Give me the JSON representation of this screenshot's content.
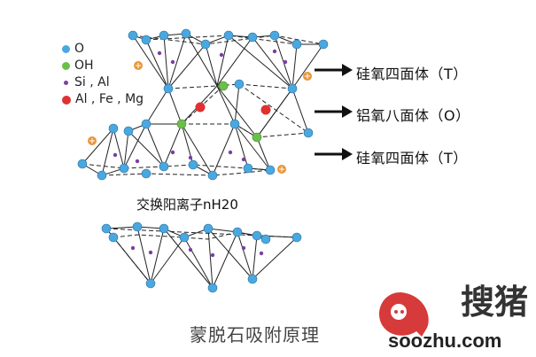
{
  "legend": {
    "items": [
      {
        "label": "O",
        "color": "#4aa8e0"
      },
      {
        "label": "OH",
        "color": "#6cc04a"
      },
      {
        "label": "Si , Al",
        "color": "#7b3fa0"
      },
      {
        "label": "Al , Fe , Mg",
        "color": "#e03030"
      }
    ]
  },
  "layers": {
    "top": "硅氧四面体（T）",
    "middle": "铝氧八面体（O）",
    "bottom": "硅氧四面体（T）"
  },
  "exchange_label": "交换阳离子nH20",
  "caption": "蒙脱石吸附原理",
  "watermark": {
    "brand": "搜猪",
    "url": "soozhu.com",
    "icon": "pig-logo-icon"
  },
  "colors": {
    "oxygen": "#4aa8e0",
    "hydroxyl": "#6cc04a",
    "si_al": "#7b3fa0",
    "metal": "#e03030",
    "cation": "#e8963a",
    "logo_red": "#d63a3a"
  }
}
